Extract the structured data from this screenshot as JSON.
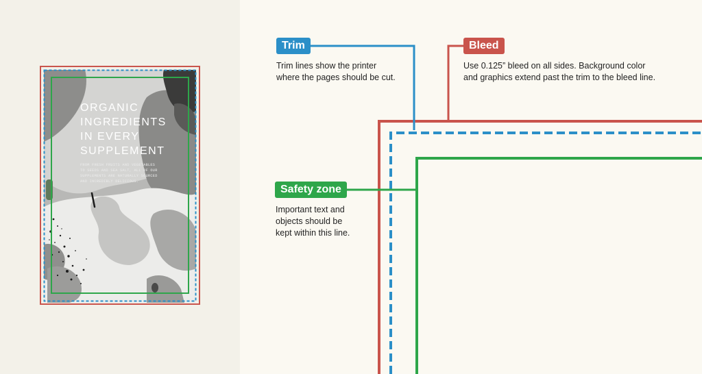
{
  "colors": {
    "trim": "#2b8fc8",
    "bleed": "#c9544c",
    "safety": "#2ea64a",
    "left_background": "#f3f1e9",
    "right_background": "#fbf9f2"
  },
  "labels": {
    "trim": {
      "title": "Trim",
      "description": [
        "Trim lines show the printer",
        "where the pages should be cut."
      ]
    },
    "bleed": {
      "title": "Bleed",
      "description": [
        "Use 0.125” bleed on all sides. Background color",
        "and graphics extend past the trim to the bleed line."
      ]
    },
    "safety": {
      "title": "Safety zone",
      "description": [
        "Important text and",
        "objects should be",
        "kept within this line."
      ]
    }
  },
  "flyer": {
    "title": [
      "ORGANIC",
      "INGREDIENTS",
      "IN EVERY",
      "SUPPLEMENT"
    ],
    "body": [
      "FROM FRESH FRUITS AND VEGETABLES",
      "TO SEEDS AND SEA SALT, ALL OF OUR",
      "SUPPLEMENTS ARE NATURALLY SOURCED",
      "AND INCREDIBLY DELICIOUS."
    ]
  }
}
